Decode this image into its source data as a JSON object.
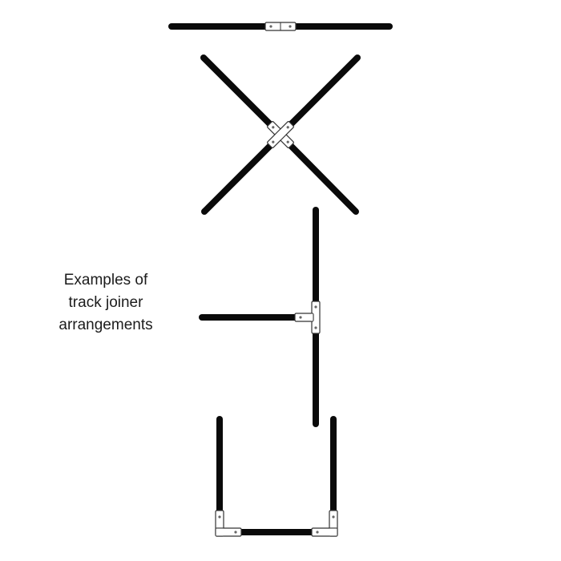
{
  "caption": {
    "lines": [
      "Examples of",
      "track joiner",
      "arrangements"
    ]
  },
  "arrangements": [
    {
      "id": "straight",
      "joiner": "straight-joiner"
    },
    {
      "id": "cross",
      "joiner": "x-joiner"
    },
    {
      "id": "tee",
      "joiner": "t-joiner"
    },
    {
      "id": "u-shape",
      "joiner": "l-joiner"
    }
  ],
  "colors": {
    "track": "#0a0a0a",
    "joiner_fill": "#ffffff",
    "joiner_outline": "#333333",
    "text": "#1c1c1c",
    "background": "#ffffff"
  }
}
